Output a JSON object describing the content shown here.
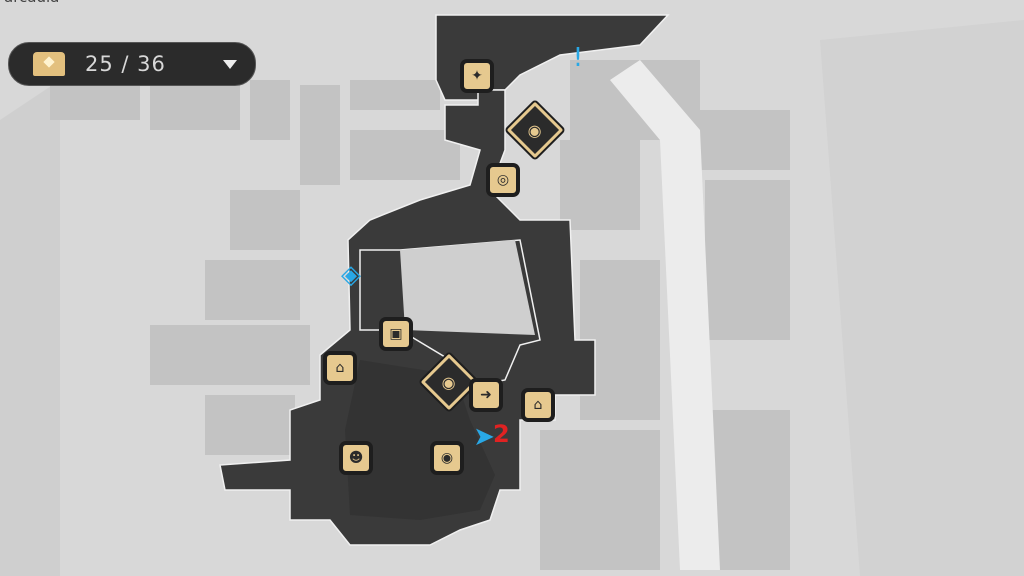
{
  "region_name": "arcadia",
  "chest_counter": {
    "icon": "treasure-chest-icon",
    "collected": 25,
    "total": 36,
    "text": "25 / 36"
  },
  "markers": [
    {
      "name": "puzzle-icon",
      "glyph": "✦"
    },
    {
      "name": "quest-alert-icon",
      "glyph": "!"
    },
    {
      "name": "raccoon-boss-icon",
      "glyph": "◉"
    },
    {
      "name": "robot-icon",
      "glyph": "◎"
    },
    {
      "name": "teleport-icon",
      "glyph": "◈"
    },
    {
      "name": "cube-icon",
      "glyph": "▣"
    },
    {
      "name": "shop-bag-icon",
      "glyph": "⌂"
    },
    {
      "name": "raccoon-boss-icon",
      "glyph": "◉"
    },
    {
      "name": "exit-icon",
      "glyph": "➜"
    },
    {
      "name": "shop-bag-icon",
      "glyph": "⌂"
    },
    {
      "name": "player-arrow-icon",
      "glyph": "➤"
    },
    {
      "name": "npc-icon",
      "glyph": "☻"
    },
    {
      "name": "raccoon-icon",
      "glyph": "◉"
    }
  ],
  "player_floor_label": "2",
  "colors": {
    "walkable": "#3a3a3a",
    "marker": "#e6c98f",
    "player": "#29a8e6",
    "floor_label": "#e02222"
  }
}
